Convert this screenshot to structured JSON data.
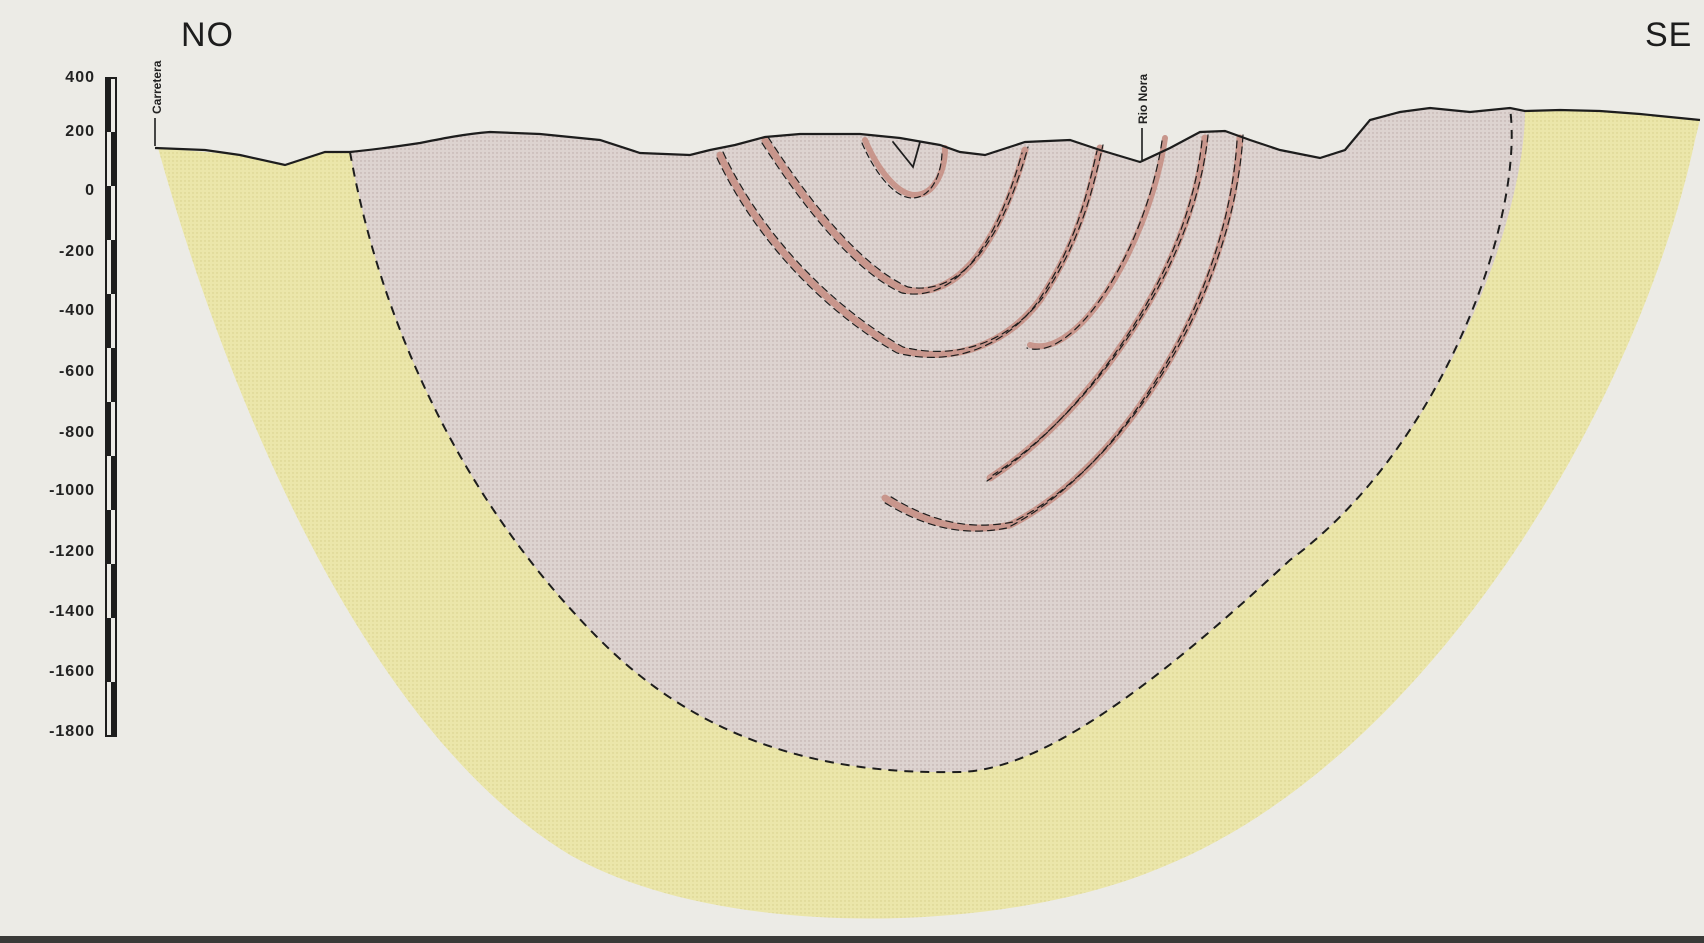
{
  "section": {
    "direction_left": "NO",
    "direction_right": "SE",
    "scale_ticks": [
      "400",
      "200",
      "0",
      "-200",
      "-400",
      "-600",
      "-800",
      "-1000",
      "-1200",
      "-1400",
      "-1600",
      "-1800"
    ],
    "landmarks": {
      "road": "Carretera",
      "river": "Rio Nora"
    }
  },
  "colors": {
    "background": "#ecebe6",
    "outer_unit_fill": "#ebe6aa",
    "inner_unit_fill": "#ddd3d0",
    "seam_fill": "#c8968c",
    "line": "#1d1d1d"
  }
}
